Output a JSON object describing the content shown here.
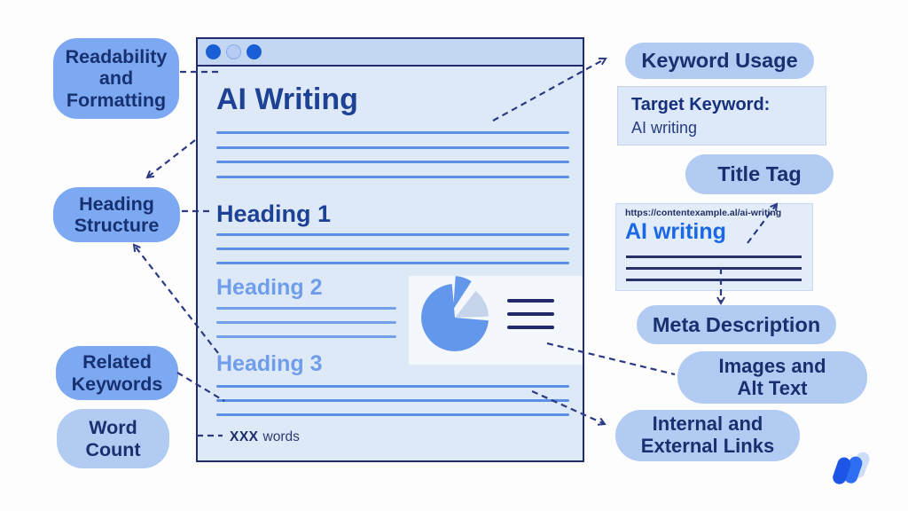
{
  "left_callouts": {
    "readability": {
      "line1": "Readability",
      "line2": "and",
      "line3": "Formatting"
    },
    "heading_structure": {
      "line1": "Heading",
      "line2": "Structure"
    },
    "related_keywords": {
      "line1": "Related",
      "line2": "Keywords"
    },
    "word_count": {
      "line1": "Word",
      "line2": "Count"
    }
  },
  "right_callouts": {
    "keyword_usage": "Keyword Usage",
    "title_tag": "Title Tag",
    "meta_description": "Meta Description",
    "images_alt_line1": "Images and",
    "images_alt_line2": "Alt Text",
    "links_line1": "Internal and",
    "links_line2": "External Links"
  },
  "target_keyword": {
    "label": "Target Keyword:",
    "value": "AI writing"
  },
  "serp": {
    "url": "https://contentexample.al/ai-writing",
    "title": "AI writing"
  },
  "doc": {
    "title": "AI Writing",
    "heading1": "Heading 1",
    "heading2": "Heading 2",
    "heading3": "Heading 3",
    "word_count_value": "XXX",
    "word_count_unit": "words"
  },
  "icons": {
    "window_dots": "traffic-light-dots",
    "image_placeholder": "pie-chart-figure",
    "logo": "writesonic-w-logo"
  },
  "colors": {
    "pill_strong": "#7da9f2",
    "pill_light": "#b2cbf3",
    "navy_text": "#17306f",
    "window_border": "#1e2c6e",
    "window_bg": "#dee9f7",
    "titlebar_bg": "#c3d7f3",
    "dot_blue": "#1a5fd6",
    "heading_dark": "#1d4194",
    "heading_light": "#6f9de9",
    "text_line": "#5d90e4",
    "link_blue": "#1a68e6",
    "arrow": "#2c3a84",
    "pie_blue": "#6397ec",
    "pie_light": "#c6d4eb"
  }
}
